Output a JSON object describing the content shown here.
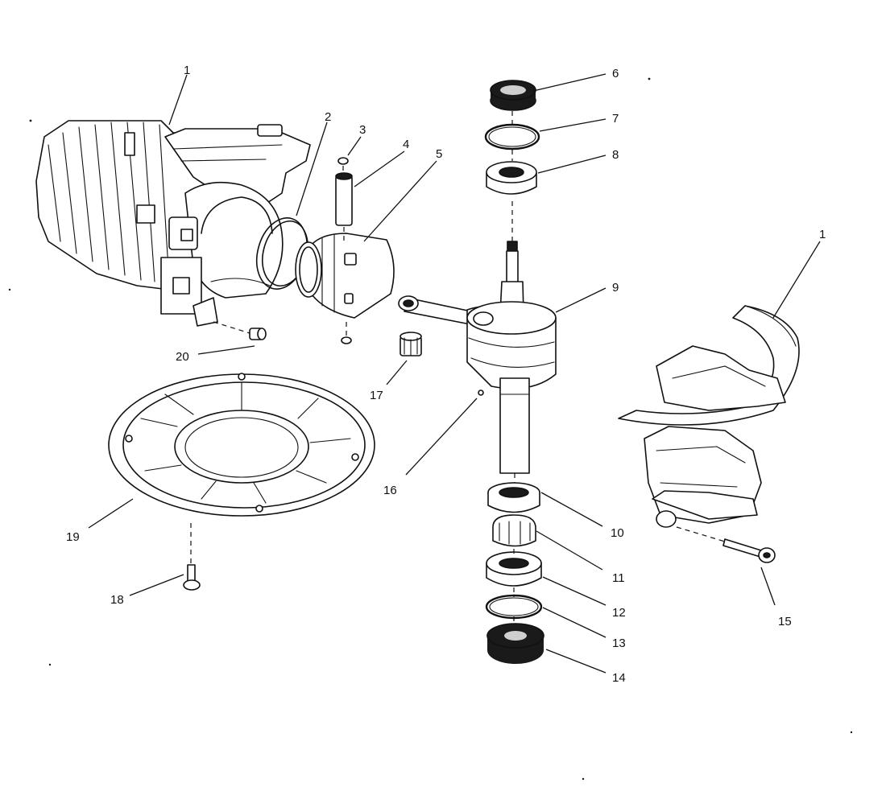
{
  "callouts": [
    {
      "id": "c1a",
      "text": "1"
    },
    {
      "id": "c2",
      "text": "2"
    },
    {
      "id": "c3",
      "text": "3"
    },
    {
      "id": "c4",
      "text": "4"
    },
    {
      "id": "c5",
      "text": "5"
    },
    {
      "id": "c6",
      "text": "6"
    },
    {
      "id": "c7",
      "text": "7"
    },
    {
      "id": "c8",
      "text": "8"
    },
    {
      "id": "c9",
      "text": "9"
    },
    {
      "id": "c1b",
      "text": "1"
    },
    {
      "id": "c10",
      "text": "10"
    },
    {
      "id": "c11",
      "text": "11"
    },
    {
      "id": "c12",
      "text": "12"
    },
    {
      "id": "c13",
      "text": "13"
    },
    {
      "id": "c14",
      "text": "14"
    },
    {
      "id": "c15",
      "text": "15"
    },
    {
      "id": "c16",
      "text": "16"
    },
    {
      "id": "c17",
      "text": "17"
    },
    {
      "id": "c18",
      "text": "18"
    },
    {
      "id": "c19",
      "text": "19"
    },
    {
      "id": "c20",
      "text": "20"
    }
  ]
}
